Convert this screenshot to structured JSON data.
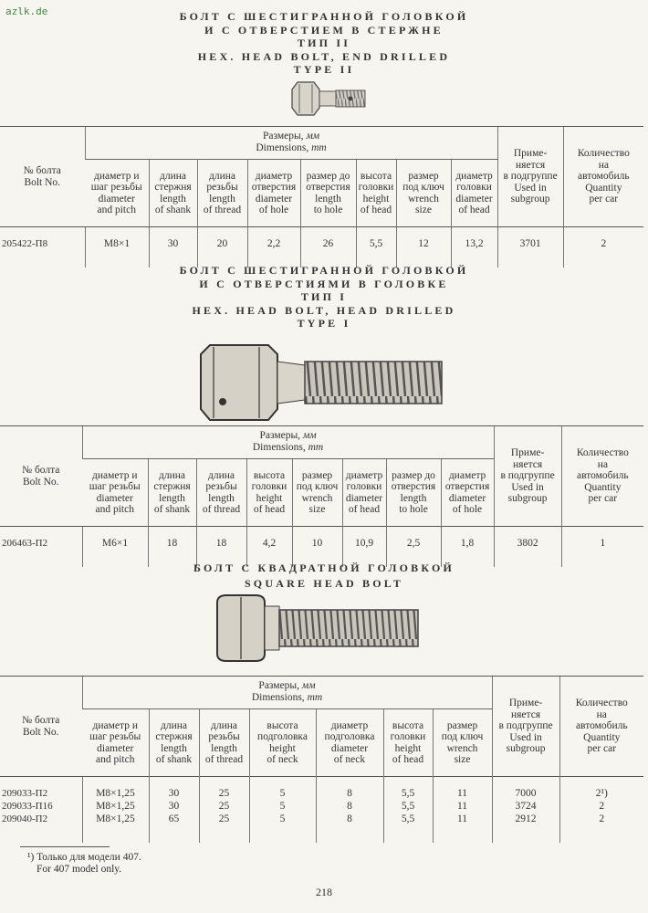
{
  "watermark": "azlk.de",
  "sections": [
    {
      "title_lines": [
        "БОЛТ С ШЕСТИГРАННОЙ ГОЛОВКОЙ",
        "И С ОТВЕРСТИЕМ В СТЕРЖНЕ",
        "ТИП II",
        "HEX. HEAD BOLT, END DRILLED",
        "TYPE II"
      ],
      "table": {
        "bolt_no": [
          "№ болта",
          "Bolt No."
        ],
        "dims": [
          "Размеры, мм",
          "Dimensions, mm"
        ],
        "used": [
          "Приме-",
          "няется",
          "в подгруппе",
          "Used in",
          "subgroup"
        ],
        "qty": [
          "Количество",
          "на",
          "автомобиль",
          "Quantity",
          "per car"
        ],
        "cols": [
          [
            "диаметр и",
            "шаг резьбы",
            "diameter",
            "and pitch"
          ],
          [
            "длина",
            "стержня",
            "length",
            "of shank"
          ],
          [
            "длина",
            "резьбы",
            "length",
            "of thread"
          ],
          [
            "диаметр",
            "отверстия",
            "diameter",
            "of hole"
          ],
          [
            "размер до",
            "отверстия",
            "length",
            "to hole"
          ],
          [
            "высота",
            "головки",
            "height",
            "of head"
          ],
          [
            "размер",
            "под ключ",
            "wrench",
            "size"
          ],
          [
            "диаметр",
            "головки",
            "diameter",
            "of head"
          ]
        ],
        "rows": [
          [
            "205422-П8",
            "M8×1",
            "30",
            "20",
            "2,2",
            "26",
            "5,5",
            "12",
            "13,2",
            "3701",
            "2"
          ]
        ]
      }
    },
    {
      "title_lines": [
        "БОЛТ С ШЕСТИГРАННОЙ ГОЛОВКОЙ",
        "И С ОТВЕРСТИЯМИ В ГОЛОВКЕ",
        "ТИП I",
        "HEX. HEAD BOLT, HEAD DRILLED",
        "TYPE I"
      ],
      "table": {
        "bolt_no": [
          "№ болта",
          "Bolt No."
        ],
        "dims": [
          "Размеры, мм",
          "Dimensions, mm"
        ],
        "used": [
          "Приме-",
          "няется",
          "в подгруппе",
          "Used in",
          "subgroup"
        ],
        "qty": [
          "Количество",
          "на",
          "автомобиль",
          "Quantity",
          "per car"
        ],
        "cols": [
          [
            "диаметр и",
            "шаг резьбы",
            "diameter",
            "and pitch"
          ],
          [
            "длина",
            "стержня",
            "length",
            "of shank"
          ],
          [
            "длина",
            "резьбы",
            "length",
            "of thread"
          ],
          [
            "высота",
            "головки",
            "height",
            "of head"
          ],
          [
            "размер",
            "под ключ",
            "wrench",
            "size"
          ],
          [
            "диаметр",
            "головки",
            "diameter",
            "of head"
          ],
          [
            "размер до",
            "отверстия",
            "length",
            "to hole"
          ],
          [
            "диаметр",
            "отверстия",
            "diameter",
            "of hole"
          ]
        ],
        "rows": [
          [
            "206463-П2",
            "M6×1",
            "18",
            "18",
            "4,2",
            "10",
            "10,9",
            "2,5",
            "1,8",
            "3802",
            "1"
          ]
        ]
      }
    },
    {
      "title_lines": [
        "БОЛТ С КВАДРАТНОЙ ГОЛОВКОЙ",
        "SQUARE HEAD BOLT"
      ],
      "table": {
        "bolt_no": [
          "№ болта",
          "Bolt No."
        ],
        "dims": [
          "Размеры, мм",
          "Dimensions, mm"
        ],
        "used": [
          "Приме-",
          "няется",
          "в подгруппе",
          "Used in",
          "subgroup"
        ],
        "qty": [
          "Количество",
          "на",
          "автомобиль",
          "Quantity",
          "per car"
        ],
        "cols": [
          [
            "диаметр и",
            "шаг резьбы",
            "diameter",
            "and pitch"
          ],
          [
            "длина",
            "стержня",
            "length",
            "of shank"
          ],
          [
            "длина",
            "резьбы",
            "length",
            "of thread"
          ],
          [
            "высота",
            "подголовка",
            "height",
            "of neck"
          ],
          [
            "диаметр",
            "подголовка",
            "diameter",
            "of neck"
          ],
          [
            "высота",
            "головки",
            "height",
            "of head"
          ],
          [
            "размер",
            "под ключ",
            "wrench",
            "size"
          ]
        ],
        "rows": [
          [
            "209033-П2",
            "M8×1,25",
            "30",
            "25",
            "5",
            "8",
            "5,5",
            "11",
            "7000",
            "2¹)"
          ],
          [
            "209033-П16",
            "M8×1,25",
            "30",
            "25",
            "5",
            "8",
            "5,5",
            "11",
            "3724",
            "2"
          ],
          [
            "209040-П2",
            "M8×1,25",
            "65",
            "25",
            "5",
            "8",
            "5,5",
            "11",
            "2912",
            "2"
          ]
        ]
      }
    }
  ],
  "footnote": [
    "¹) Только для модели 407.",
    "For 407 model only."
  ],
  "page_number": "218"
}
